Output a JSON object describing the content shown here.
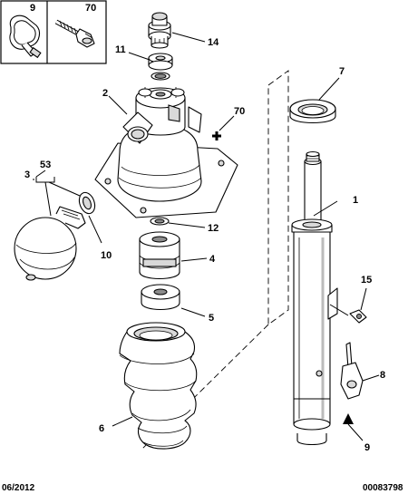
{
  "callouts": {
    "top_box_left": "9",
    "top_box_right": "70",
    "p14": "14",
    "p11": "11",
    "p2": "2",
    "p70": "70",
    "p7": "7",
    "p53": "53",
    "p3": "3",
    "p12": "12",
    "p1": "1",
    "p10": "10",
    "p4": "4",
    "p15": "15",
    "p5": "5",
    "p8": "8",
    "p6": "6",
    "p9": "9"
  },
  "footer": {
    "date": "06/2012",
    "reference": "00083798"
  }
}
